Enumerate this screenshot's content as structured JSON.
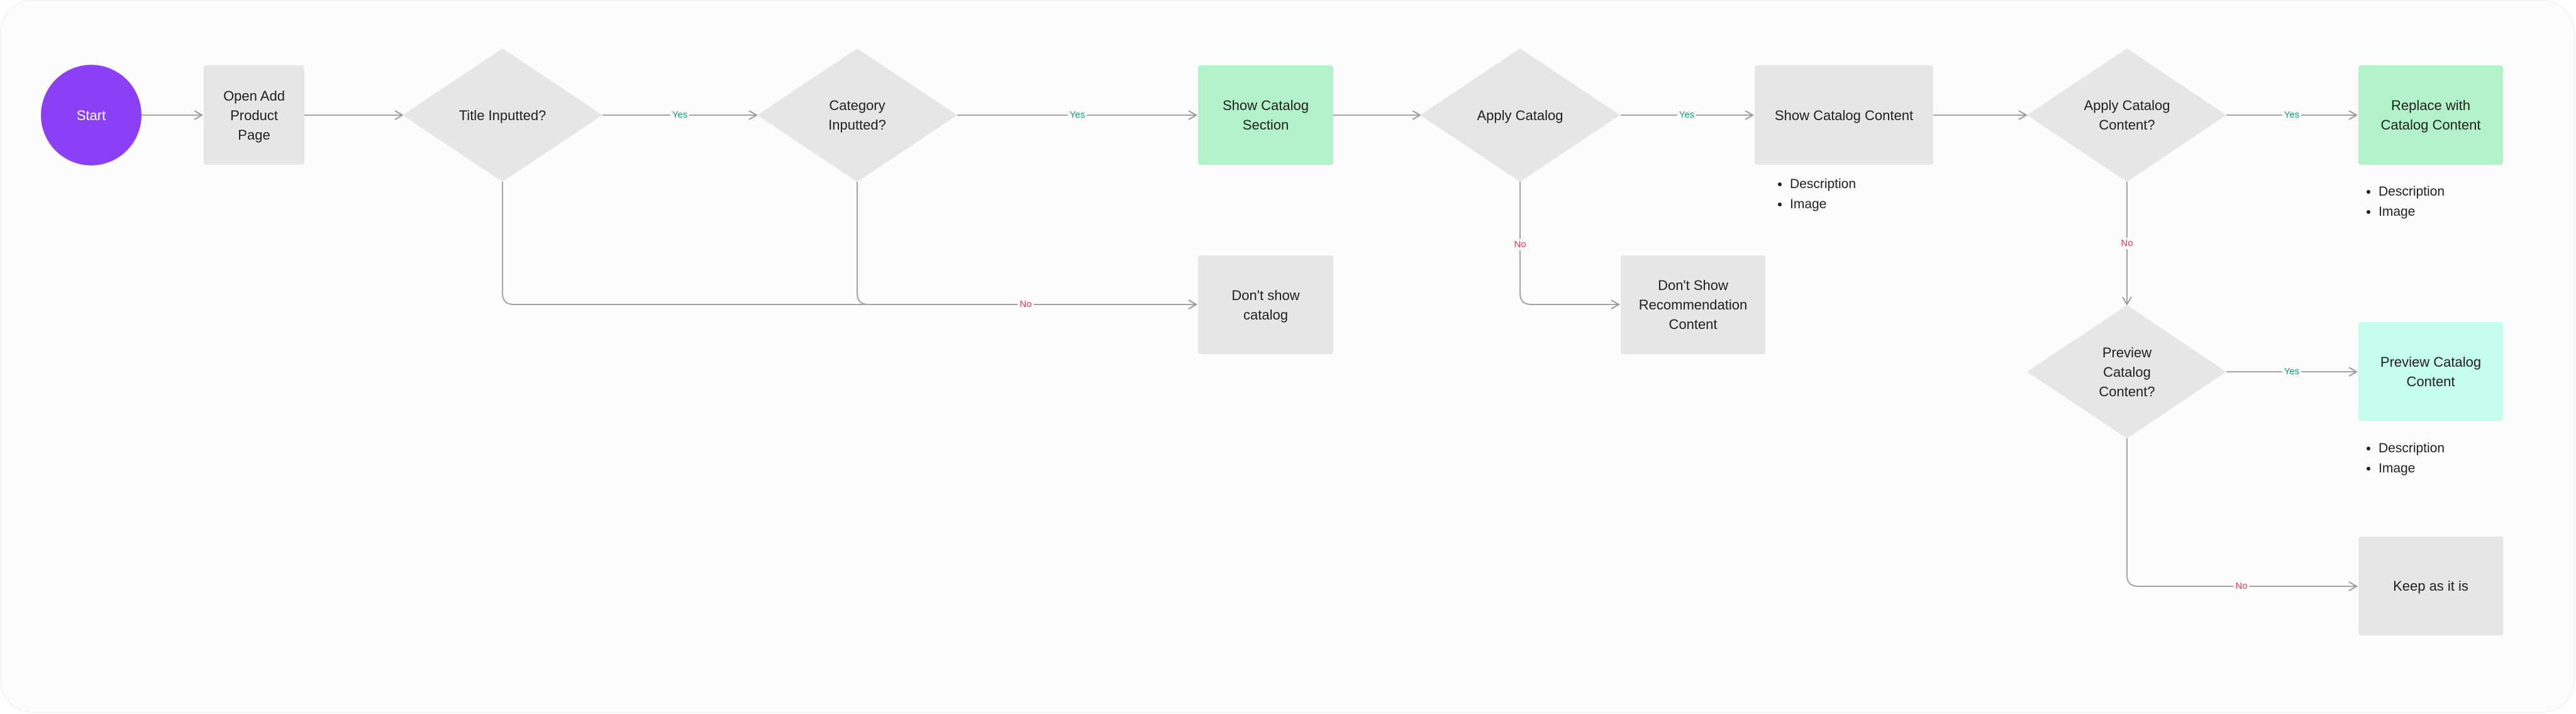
{
  "nodes": {
    "start": "Start",
    "open_add_product": "Open Add\nProduct\nPage",
    "title_inputted": "Title Inputted?",
    "category_inputted": "Category\nInputted?",
    "show_catalog_section": "Show Catalog\nSection",
    "dont_show_catalog": "Don't show\ncatalog",
    "apply_catalog": "Apply Catalog",
    "dont_show_recommendation": "Don't Show\nRecommendation\nContent",
    "show_catalog_content": "Show Catalog Content",
    "apply_catalog_content": "Apply Catalog\nContent?",
    "replace_with_catalog": "Replace with\nCatalog Content",
    "preview_catalog_content": "Preview\nCatalog\nContent?",
    "preview_catalog_result": "Preview Catalog\nContent",
    "keep_as_is": "Keep as it is"
  },
  "bullets": {
    "show_catalog_content": [
      "Description",
      "Image"
    ],
    "replace_with_catalog": [
      "Description",
      "Image"
    ],
    "preview_catalog_result": [
      "Description",
      "Image"
    ]
  },
  "edge_labels": {
    "title_yes": "Yes",
    "category_yes": "Yes",
    "title_category_no": "No",
    "apply_catalog_yes": "Yes",
    "apply_catalog_no": "No",
    "apply_content_yes": "Yes",
    "apply_content_no": "No",
    "preview_yes": "Yes",
    "preview_no": "No"
  },
  "colors": {
    "start": "#8c40f5",
    "node": "#e6e6e6",
    "success": "#b1f2c9",
    "preview": "#c4fdec",
    "yes": "#16a36a",
    "no": "#e5384f",
    "connector": "#9a9a9a"
  }
}
